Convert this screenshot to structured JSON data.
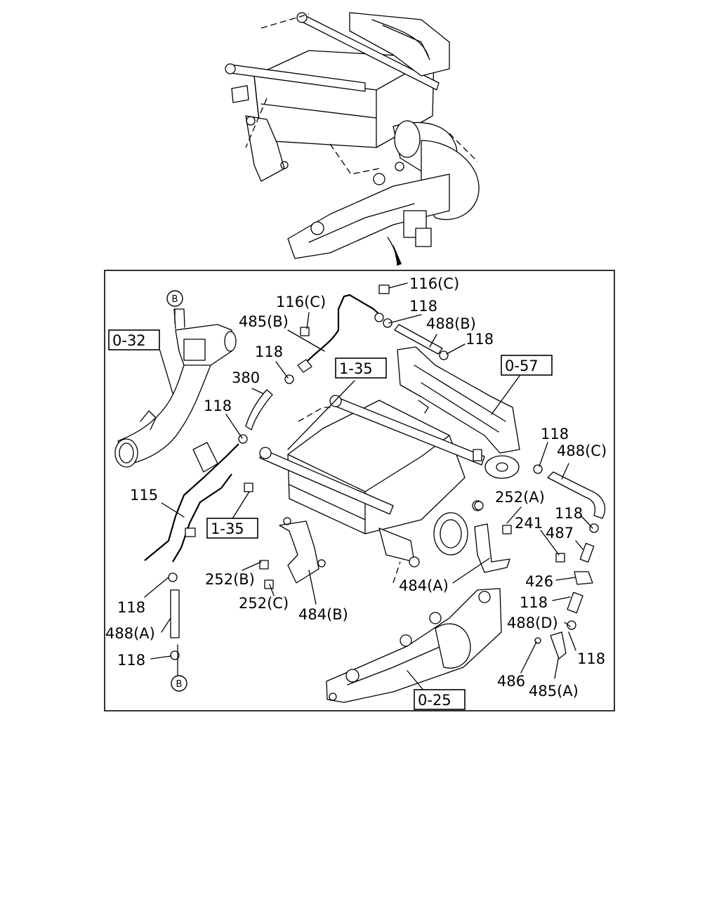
{
  "ref_boxes": [
    {
      "id": "ref-0-32",
      "text": "0-32"
    },
    {
      "id": "ref-1-35-top",
      "text": "1-35"
    },
    {
      "id": "ref-0-57",
      "text": "0-57"
    },
    {
      "id": "ref-1-35-left",
      "text": "1-35"
    },
    {
      "id": "ref-0-25",
      "text": "0-25"
    }
  ],
  "circle_markers": [
    {
      "id": "connector-b-top",
      "text": "B"
    },
    {
      "id": "connector-b-bottom",
      "text": "B"
    }
  ],
  "callouts": [
    {
      "id": "c1",
      "text": "116(C)"
    },
    {
      "id": "c2",
      "text": "116(C)"
    },
    {
      "id": "c3",
      "text": "118"
    },
    {
      "id": "c4",
      "text": "485(B)"
    },
    {
      "id": "c5",
      "text": "488(B)"
    },
    {
      "id": "c6",
      "text": "118"
    },
    {
      "id": "c7",
      "text": "118"
    },
    {
      "id": "c8",
      "text": "380"
    },
    {
      "id": "c9",
      "text": "118"
    },
    {
      "id": "c10",
      "text": "115"
    },
    {
      "id": "c11",
      "text": "118"
    },
    {
      "id": "c12",
      "text": "488(C)"
    },
    {
      "id": "c13",
      "text": "252(A)"
    },
    {
      "id": "c14",
      "text": "118"
    },
    {
      "id": "c15",
      "text": "241"
    },
    {
      "id": "c16",
      "text": "487"
    },
    {
      "id": "c17",
      "text": "252(B)"
    },
    {
      "id": "c18",
      "text": "252(C)"
    },
    {
      "id": "c19",
      "text": "484(B)"
    },
    {
      "id": "c20",
      "text": "484(A)"
    },
    {
      "id": "c21",
      "text": "426"
    },
    {
      "id": "c22",
      "text": "118"
    },
    {
      "id": "c23",
      "text": "118"
    },
    {
      "id": "c24",
      "text": "488(D)"
    },
    {
      "id": "c25",
      "text": "488(A)"
    },
    {
      "id": "c26",
      "text": "118"
    },
    {
      "id": "c27",
      "text": "118"
    },
    {
      "id": "c28",
      "text": "486"
    },
    {
      "id": "c29",
      "text": "485(A)"
    }
  ]
}
